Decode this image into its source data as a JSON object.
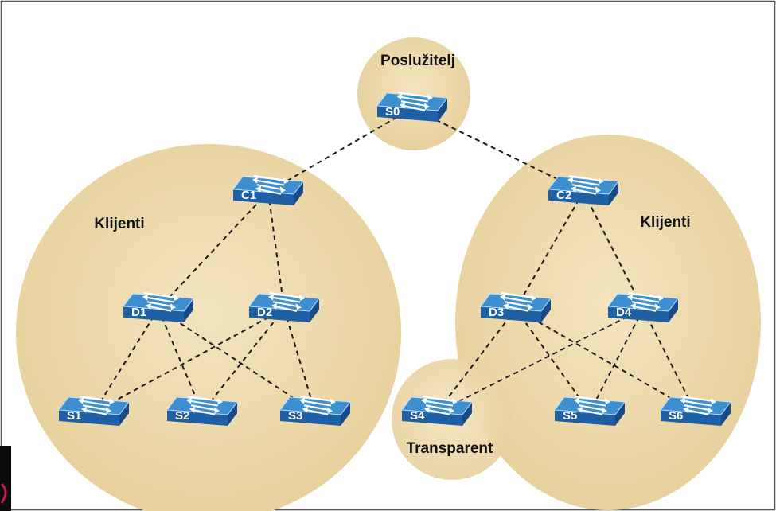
{
  "colors": {
    "zone_fill": "#f3e4bf",
    "zone_fill_edge": "#e6cf9a",
    "switch_top": "#3d8fd0",
    "switch_front": "#1f5fa4",
    "switch_side": "#174a86",
    "switch_label": "#ffffff",
    "link": "#1a1a1a",
    "zone_label": "#111111",
    "frame": "#555555"
  },
  "zones": {
    "server": {
      "label": "Poslužitelj"
    },
    "clients_left": {
      "label": "Klijenti"
    },
    "clients_right": {
      "label": "Klijenti"
    },
    "transparent": {
      "label": "Transparent"
    }
  },
  "switches": [
    {
      "id": "S0",
      "label": "S0"
    },
    {
      "id": "C1",
      "label": "C1"
    },
    {
      "id": "C2",
      "label": "C2"
    },
    {
      "id": "D1",
      "label": "D1"
    },
    {
      "id": "D2",
      "label": "D2"
    },
    {
      "id": "D3",
      "label": "D3"
    },
    {
      "id": "D4",
      "label": "D4"
    },
    {
      "id": "S1",
      "label": "S1"
    },
    {
      "id": "S2",
      "label": "S2"
    },
    {
      "id": "S3",
      "label": "S3"
    },
    {
      "id": "S4",
      "label": "S4"
    },
    {
      "id": "S5",
      "label": "S5"
    },
    {
      "id": "S6",
      "label": "S6"
    }
  ],
  "links": [
    [
      "S0",
      "C1"
    ],
    [
      "S0",
      "C2"
    ],
    [
      "C1",
      "D1"
    ],
    [
      "C1",
      "D2"
    ],
    [
      "C2",
      "D3"
    ],
    [
      "C2",
      "D4"
    ],
    [
      "D1",
      "S1"
    ],
    [
      "D1",
      "S2"
    ],
    [
      "D1",
      "S3"
    ],
    [
      "D2",
      "S1"
    ],
    [
      "D2",
      "S2"
    ],
    [
      "D2",
      "S3"
    ],
    [
      "D3",
      "S4"
    ],
    [
      "D3",
      "S5"
    ],
    [
      "D3",
      "S6"
    ],
    [
      "D4",
      "S4"
    ],
    [
      "D4",
      "S5"
    ],
    [
      "D4",
      "S6"
    ]
  ]
}
